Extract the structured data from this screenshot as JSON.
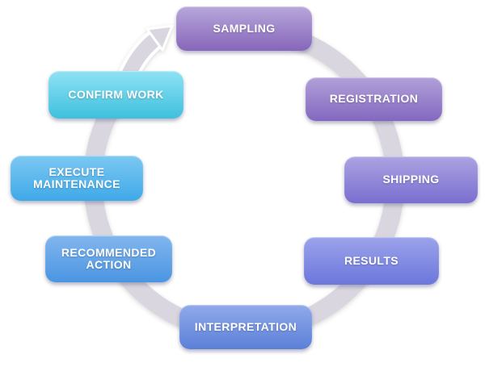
{
  "diagram": {
    "type": "cycle",
    "direction": "clockwise",
    "background_color": "#FFFFFF",
    "ring_color": "#D9D6E0",
    "arrow_color": "#D9D6E0",
    "label_text_color": "#FFFFFF",
    "steps": [
      {
        "label": "SAMPLING",
        "color_top": "#B7A7DA",
        "color_bottom": "#8766BA"
      },
      {
        "label": "REGISTRATION",
        "color_top": "#B1A0D8",
        "color_bottom": "#8368C0"
      },
      {
        "label": "SHIPPING",
        "color_top": "#ABA3E2",
        "color_bottom": "#7A6ED0"
      },
      {
        "label": "RESULTS",
        "color_top": "#9CA3EA",
        "color_bottom": "#6B77DC"
      },
      {
        "label": "INTERPRETATION",
        "color_top": "#90AAEA",
        "color_bottom": "#5C80D8"
      },
      {
        "label": "RECOMMENDED ACTION",
        "color_top": "#82B6EE",
        "color_bottom": "#4A95E2"
      },
      {
        "label": "EXECUTE MAINTENANCE",
        "color_top": "#7CC8F2",
        "color_bottom": "#3FA9E8"
      },
      {
        "label": "CONFIRM WORK",
        "color_top": "#8FE2F4",
        "color_bottom": "#3EC0DE"
      }
    ]
  }
}
